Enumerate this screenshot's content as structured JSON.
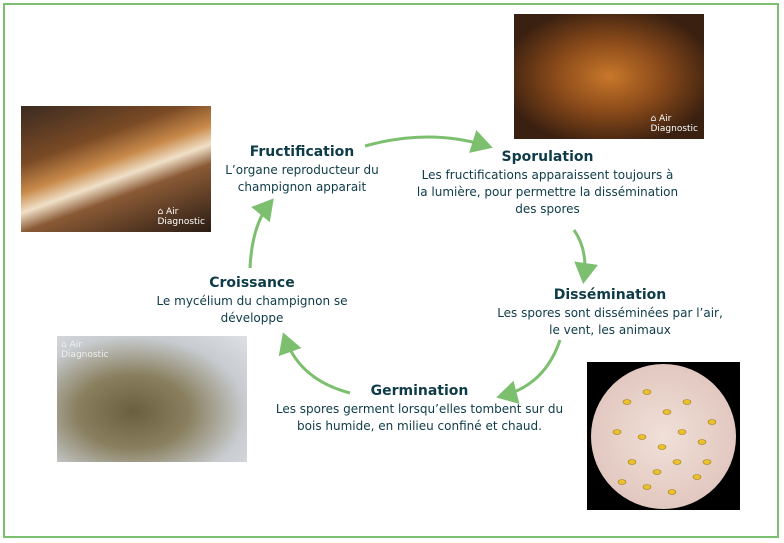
{
  "stages": [
    {
      "title": "Fructification",
      "text": "L’organe reproducteur du champignon apparait"
    },
    {
      "title": "Sporulation",
      "text": "Les fructifications apparaissent toujours à la lumière, pour permettre la dissémination des spores"
    },
    {
      "title": "Dissémination",
      "text": "Les spores sont disséminées par l’air, le vent, les animaux"
    },
    {
      "title": "Germination",
      "text": "Les spores germent lorsqu’elles tombent sur du bois humide, en milieu confiné et chaud."
    },
    {
      "title": "Croissance",
      "text": "Le mycélium du champignon se développe"
    }
  ],
  "watermark": "Air Diagnostic",
  "colors": {
    "arrow": "#7cbf6e",
    "text": "#0d3b48",
    "border": "#7cbf6e"
  }
}
